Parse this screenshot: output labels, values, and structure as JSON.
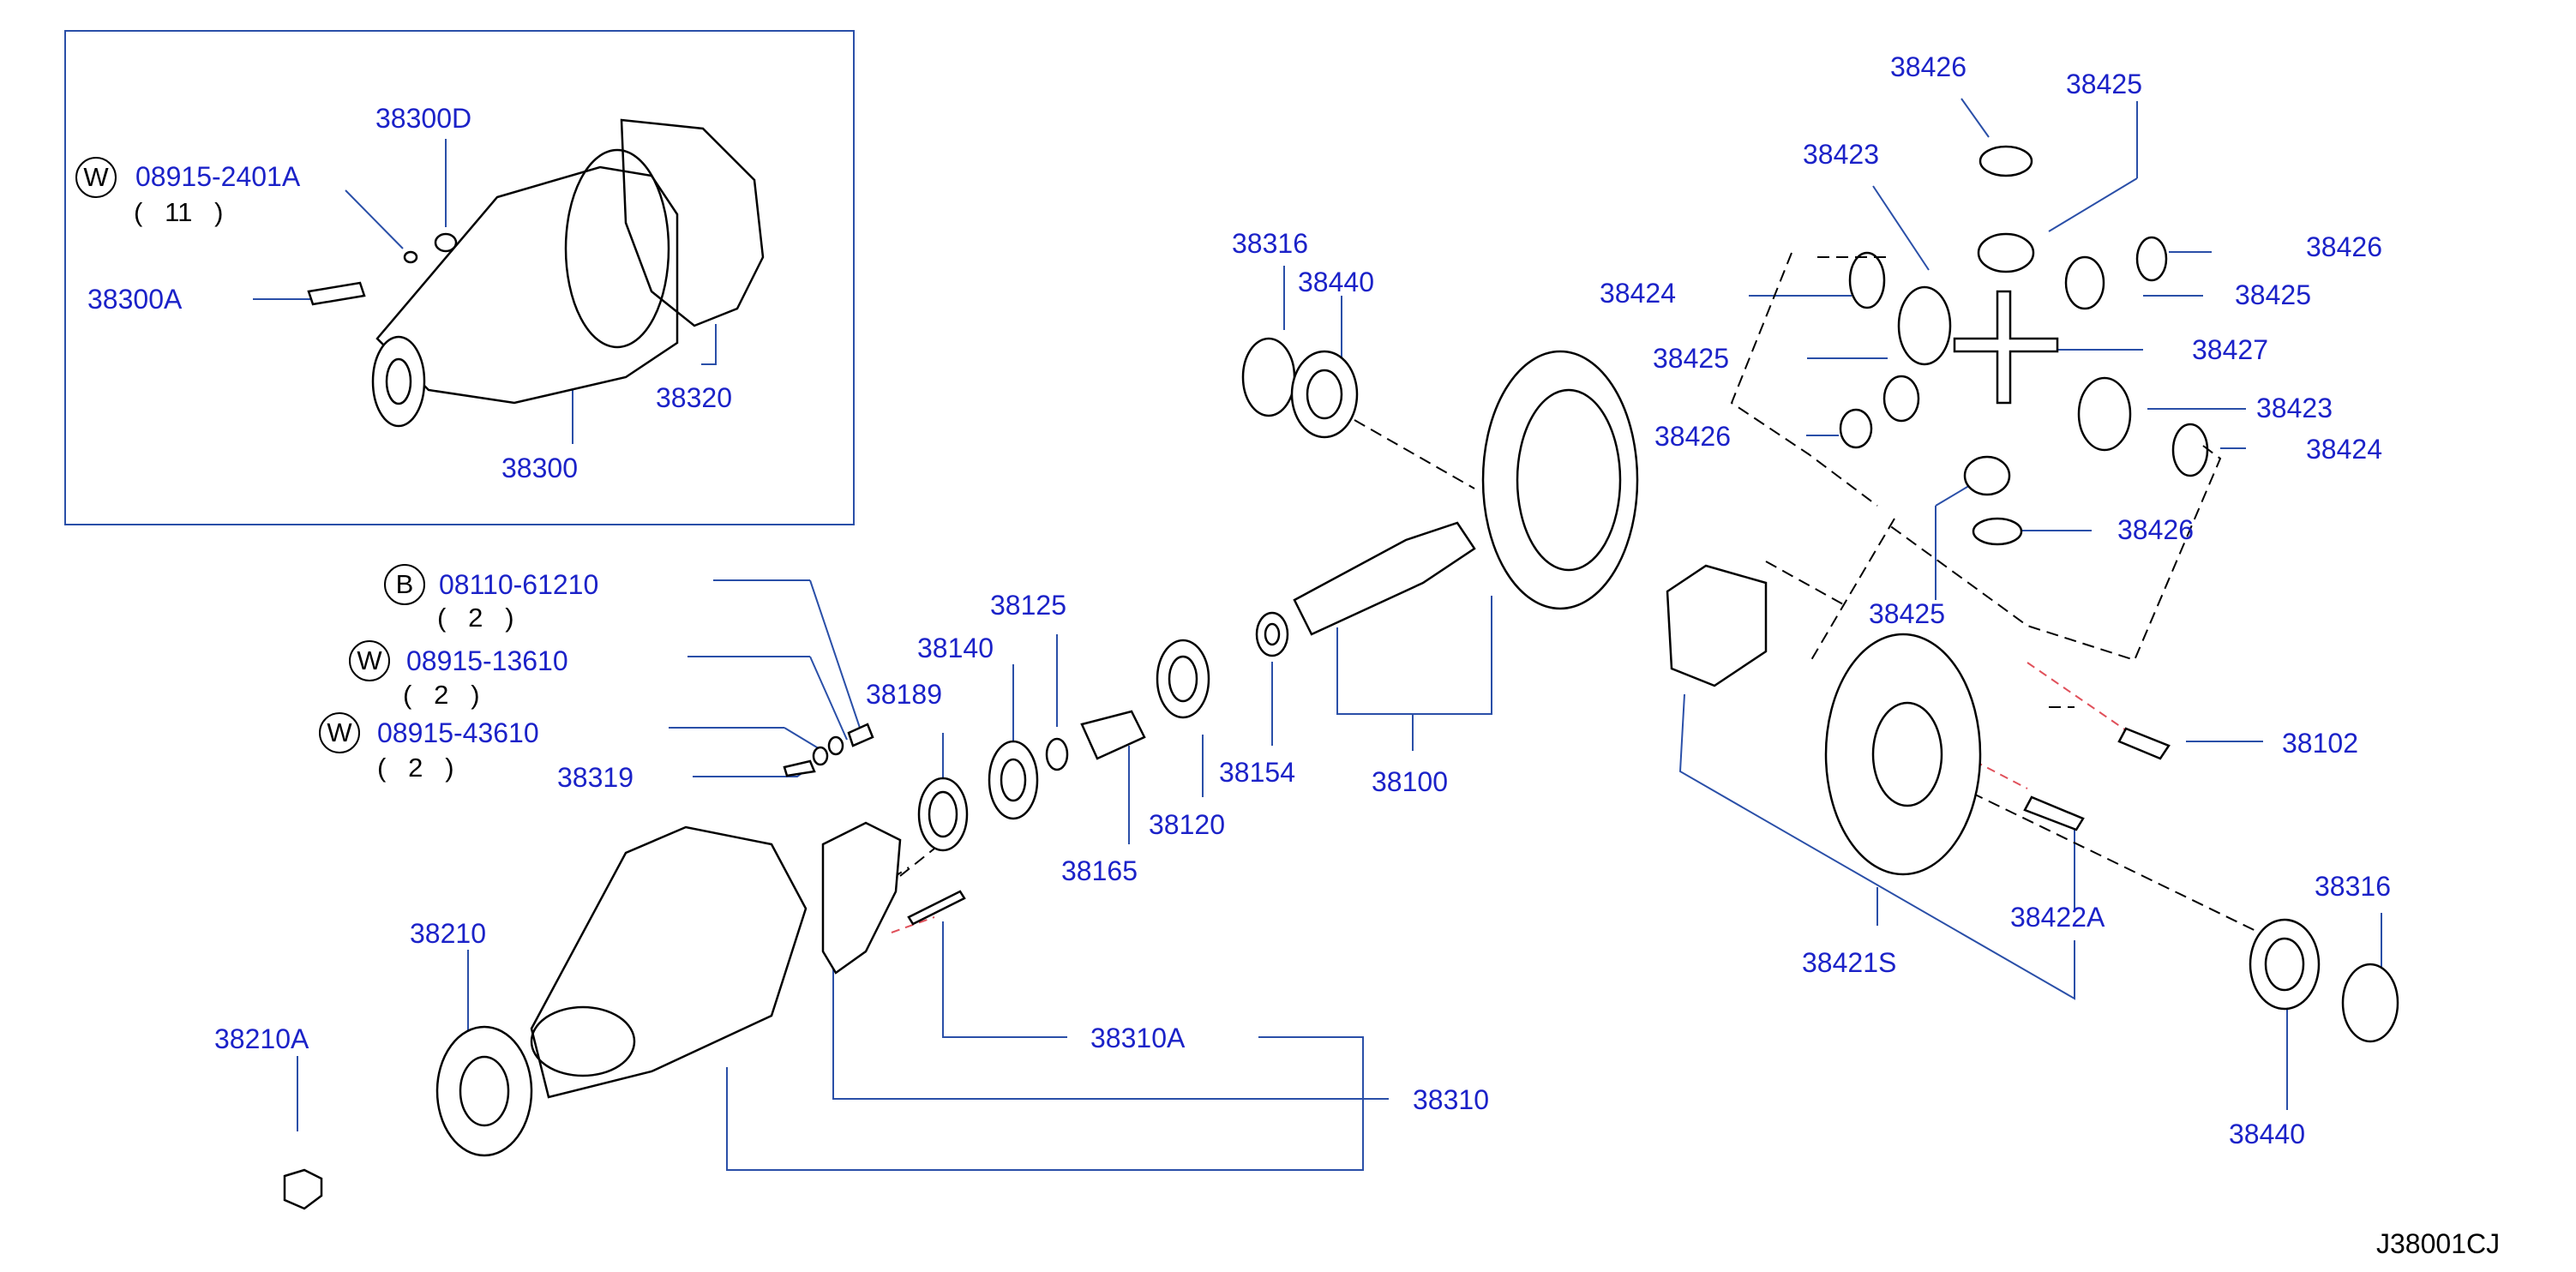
{
  "diagram_ref": "J38001CJ",
  "colors": {
    "label": "#1b22c8",
    "leader": "#2a4fa8",
    "part_outline": "#000000",
    "dash_red": "#e0505a"
  },
  "symbols": {
    "B": "B",
    "W": "W"
  },
  "quantities": {
    "q11": "(   11   )",
    "q2a": "(   2   )",
    "q2b": "(   2   )",
    "q2c": "(   2   )"
  },
  "labels": {
    "p38300D": "38300D",
    "p08915_2401A": "08915-2401A",
    "p38300A": "38300A",
    "p38320": "38320",
    "p38300": "38300",
    "p08110_61210": "08110-61210",
    "p08915_13610": "08915-13610",
    "p08915_43610": "08915-43610",
    "p38319": "38319",
    "p38189": "38189",
    "p38140": "38140",
    "p38125": "38125",
    "p38165": "38165",
    "p38120": "38120",
    "p38154": "38154",
    "p38100": "38100",
    "p38316a": "38316",
    "p38440a": "38440",
    "p38210": "38210",
    "p38210A": "38210A",
    "p38310A": "38310A",
    "p38310": "38310",
    "p38426a": "38426",
    "p38425a": "38425",
    "p38423a": "38423",
    "p38426b": "38426",
    "p38424a": "38424",
    "p38425b": "38425",
    "p38425c": "38425",
    "p38427": "38427",
    "p38423b": "38423",
    "p38426c": "38426",
    "p38424b": "38424",
    "p38426d": "38426",
    "p38425d": "38425",
    "p38102": "38102",
    "p38422A": "38422A",
    "p38421S": "38421S",
    "p38316b": "38316",
    "p38440b": "38440"
  }
}
